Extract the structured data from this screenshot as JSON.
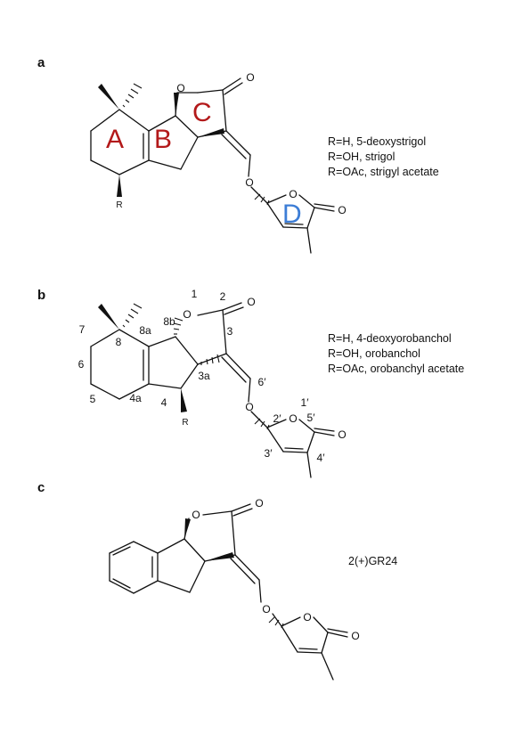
{
  "colors": {
    "ring_red": "#b3191a",
    "ring_blue": "#3c7dd6",
    "ink": "#111111"
  },
  "panels": [
    {
      "label": "a",
      "atoms": {
        "O": "O",
        "R": "R"
      },
      "ring_labels": [
        "A",
        "B",
        "C",
        "D"
      ],
      "substituents": [
        "R=H, 5-deoxystrigol",
        "R=OH, strigol",
        "R=OAc, strigyl acetate"
      ]
    },
    {
      "label": "b",
      "atoms": {
        "O": "O",
        "R": "R"
      },
      "numbering": [
        "1",
        "2",
        "3",
        "3a",
        "4",
        "4a",
        "5",
        "6",
        "7",
        "8",
        "8a",
        "8b",
        "6′",
        "1′",
        "2′",
        "3′",
        "4′",
        "5′"
      ],
      "substituents": [
        "R=H, 4-deoxyorobanchol",
        "R=OH, orobanchol",
        "R=OAc, orobanchyl acetate"
      ]
    },
    {
      "label": "c",
      "atoms": {
        "O": "O"
      },
      "compound": "2(+)GR24"
    }
  ]
}
